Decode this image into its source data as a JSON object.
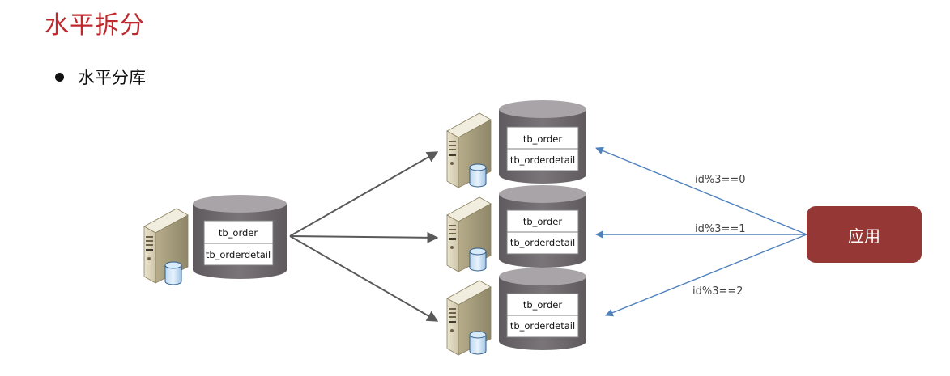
{
  "title": "水平拆分",
  "bullet": "水平分库",
  "app_label": "应用",
  "source_db": {
    "tables": [
      "tb_order",
      "tb_orderdetail"
    ]
  },
  "shards": [
    {
      "tables": [
        "tb_order",
        "tb_orderdetail"
      ],
      "rule": "id%3==0"
    },
    {
      "tables": [
        "tb_order",
        "tb_orderdetail"
      ],
      "rule": "id%3==1"
    },
    {
      "tables": [
        "tb_order",
        "tb_orderdetail"
      ],
      "rule": "id%3==2"
    }
  ],
  "colors": {
    "title": "#c0282d",
    "app_box": "#953735",
    "db_cylinder": "#6f6a6d",
    "arrow_gray": "#595959",
    "arrow_blue": "#4f81bd"
  },
  "icons": [
    "server-icon",
    "database-icon"
  ]
}
